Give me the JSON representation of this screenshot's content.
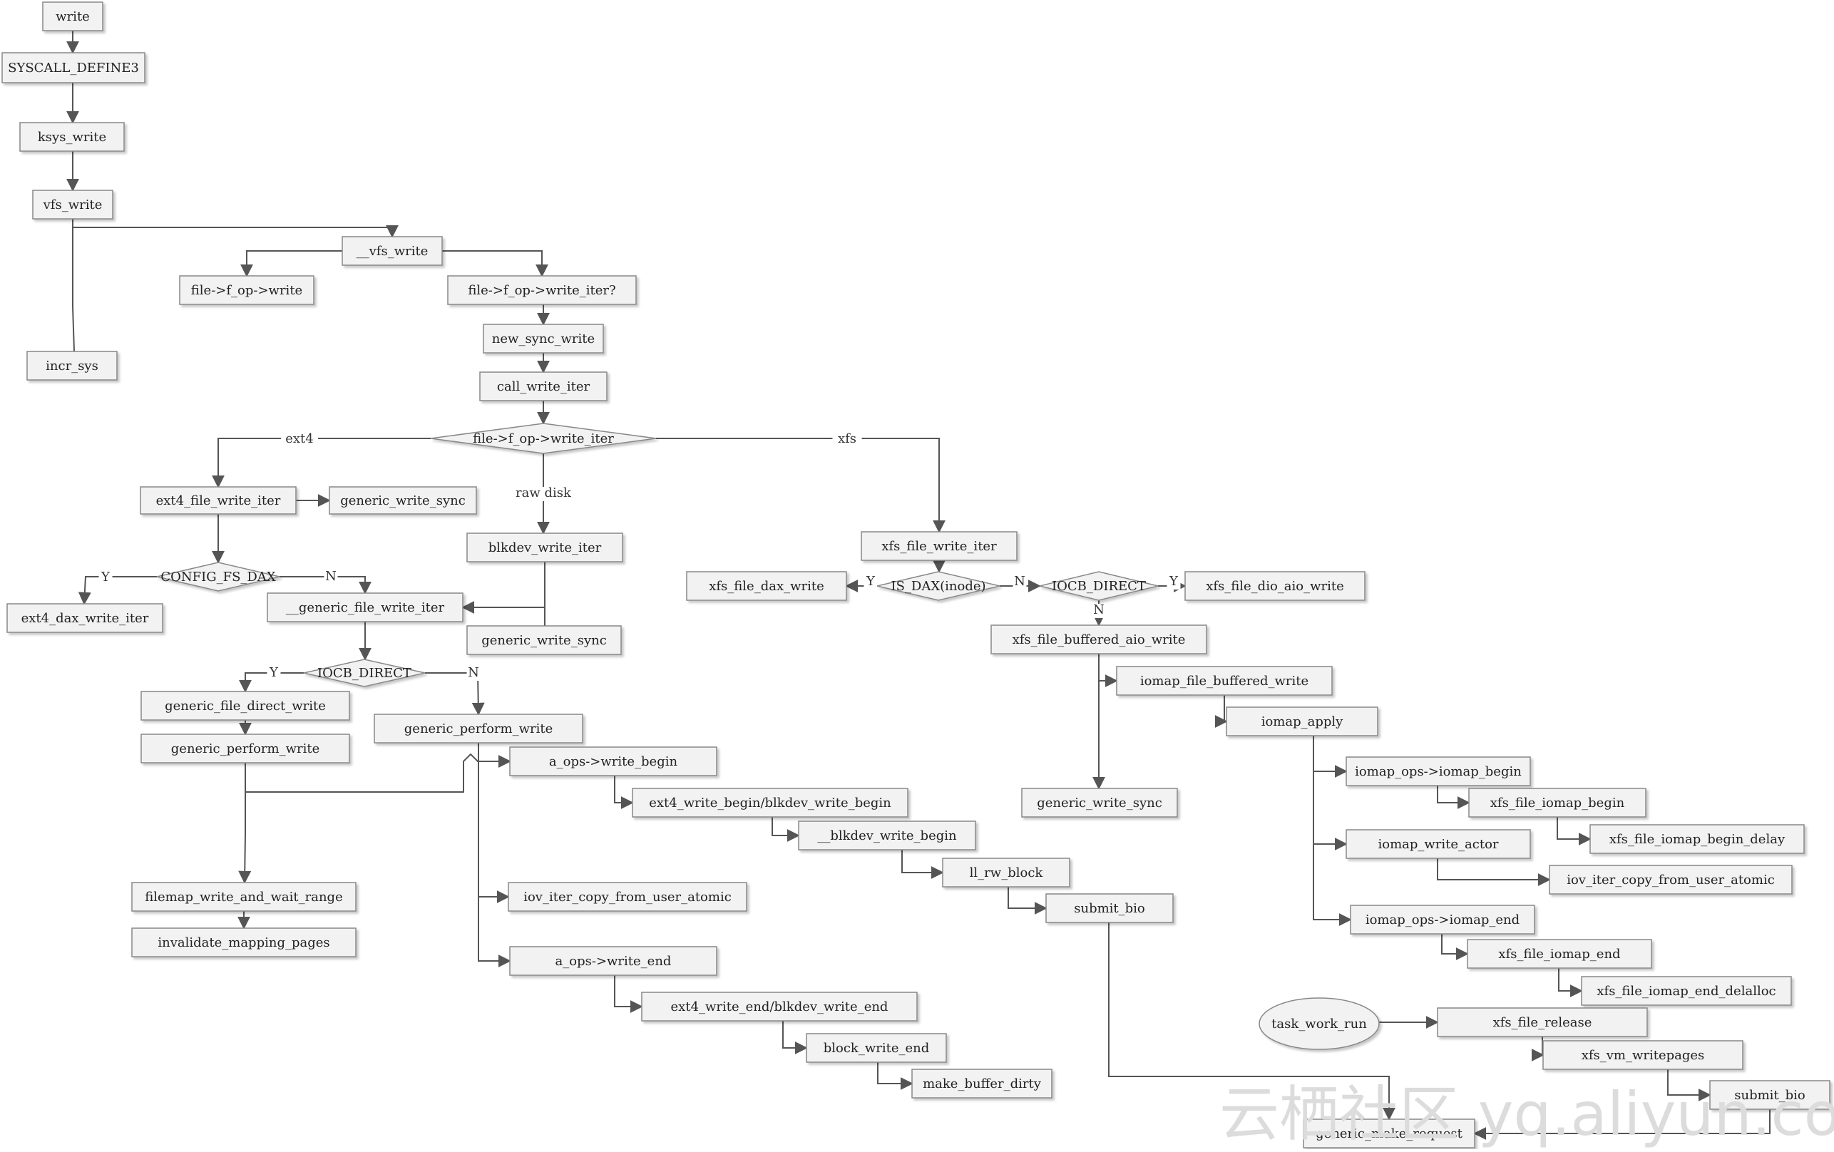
{
  "nodes": [
    {
      "id": "write",
      "label": "write",
      "shape": "rect"
    },
    {
      "id": "syscall_define3",
      "label": "SYSCALL_DEFINE3",
      "shape": "rect"
    },
    {
      "id": "ksys_write",
      "label": "ksys_write",
      "shape": "rect"
    },
    {
      "id": "vfs_write",
      "label": "vfs_write",
      "shape": "rect"
    },
    {
      "id": "vfs_write_inner",
      "label": "__vfs_write",
      "shape": "rect"
    },
    {
      "id": "f_op_write",
      "label": "file->f_op->write",
      "shape": "rect"
    },
    {
      "id": "f_op_write_iter_q",
      "label": "file->f_op->write_iter?",
      "shape": "rect"
    },
    {
      "id": "incr_sys",
      "label": "incr_sys",
      "shape": "rect"
    },
    {
      "id": "new_sync_write",
      "label": "new_sync_write",
      "shape": "rect"
    },
    {
      "id": "call_write_iter",
      "label": "call_write_iter",
      "shape": "rect"
    },
    {
      "id": "d_write_iter",
      "label": "file->f_op->write_iter",
      "shape": "diamond"
    },
    {
      "id": "ext4_file_write_iter",
      "label": "ext4_file_write_iter",
      "shape": "rect"
    },
    {
      "id": "generic_write_sync_1",
      "label": "generic_write_sync",
      "shape": "rect"
    },
    {
      "id": "blkdev_write_iter",
      "label": "blkdev_write_iter",
      "shape": "rect"
    },
    {
      "id": "d_config_fs_dax",
      "label": "CONFIG_FS_DAX",
      "shape": "diamond"
    },
    {
      "id": "ext4_dax_write_iter",
      "label": "ext4_dax_write_iter",
      "shape": "rect"
    },
    {
      "id": "generic_file_write_iter",
      "label": "__generic_file_write_iter",
      "shape": "rect"
    },
    {
      "id": "generic_write_sync_2",
      "label": "generic_write_sync",
      "shape": "rect"
    },
    {
      "id": "d_iocb_direct_1",
      "label": "IOCB_DIRECT",
      "shape": "diamond"
    },
    {
      "id": "generic_file_direct_write",
      "label": "generic_file_direct_write",
      "shape": "rect"
    },
    {
      "id": "generic_perform_write_l",
      "label": "generic_perform_write",
      "shape": "rect"
    },
    {
      "id": "generic_perform_write_r",
      "label": "generic_perform_write",
      "shape": "rect"
    },
    {
      "id": "a_ops_write_begin",
      "label": "a_ops->write_begin",
      "shape": "rect"
    },
    {
      "id": "ext4_write_begin",
      "label": "ext4_write_begin/blkdev_write_begin",
      "shape": "rect"
    },
    {
      "id": "blkdev_write_begin_inner",
      "label": "__blkdev_write_begin",
      "shape": "rect"
    },
    {
      "id": "ll_rw_block",
      "label": "ll_rw_block",
      "shape": "rect"
    },
    {
      "id": "submit_bio_1",
      "label": "submit_bio",
      "shape": "rect"
    },
    {
      "id": "filemap_write_and_wait_range",
      "label": "filemap_write_and_wait_range",
      "shape": "rect"
    },
    {
      "id": "invalidate_mapping_pages",
      "label": "invalidate_mapping_pages",
      "shape": "rect"
    },
    {
      "id": "iov_iter_copy_1",
      "label": "iov_iter_copy_from_user_atomic",
      "shape": "rect"
    },
    {
      "id": "a_ops_write_end",
      "label": "a_ops->write_end",
      "shape": "rect"
    },
    {
      "id": "ext4_write_end",
      "label": "ext4_write_end/blkdev_write_end",
      "shape": "rect"
    },
    {
      "id": "block_write_end",
      "label": "block_write_end",
      "shape": "rect"
    },
    {
      "id": "make_buffer_dirty",
      "label": "make_buffer_dirty",
      "shape": "rect"
    },
    {
      "id": "xfs_file_write_iter",
      "label": "xfs_file_write_iter",
      "shape": "rect"
    },
    {
      "id": "d_is_dax",
      "label": "IS_DAX(inode)",
      "shape": "diamond"
    },
    {
      "id": "xfs_file_dax_write",
      "label": "xfs_file_dax_write",
      "shape": "rect"
    },
    {
      "id": "d_iocb_direct_2",
      "label": "IOCB_DIRECT",
      "shape": "diamond"
    },
    {
      "id": "xfs_file_dio_aio_write",
      "label": "xfs_file_dio_aio_write",
      "shape": "rect"
    },
    {
      "id": "xfs_file_buffered_aio_write",
      "label": "xfs_file_buffered_aio_write",
      "shape": "rect"
    },
    {
      "id": "iomap_file_buffered_write",
      "label": "iomap_file_buffered_write",
      "shape": "rect"
    },
    {
      "id": "iomap_apply",
      "label": "iomap_apply",
      "shape": "rect"
    },
    {
      "id": "generic_write_sync_3",
      "label": "generic_write_sync",
      "shape": "rect"
    },
    {
      "id": "iomap_ops_iomap_begin",
      "label": "iomap_ops->iomap_begin",
      "shape": "rect"
    },
    {
      "id": "xfs_file_iomap_begin",
      "label": "xfs_file_iomap_begin",
      "shape": "rect"
    },
    {
      "id": "xfs_file_iomap_begin_delay",
      "label": "xfs_file_iomap_begin_delay",
      "shape": "rect"
    },
    {
      "id": "iomap_write_actor",
      "label": "iomap_write_actor",
      "shape": "rect"
    },
    {
      "id": "iov_iter_copy_2",
      "label": "iov_iter_copy_from_user_atomic",
      "shape": "rect"
    },
    {
      "id": "iomap_ops_iomap_end",
      "label": "iomap_ops->iomap_end",
      "shape": "rect"
    },
    {
      "id": "xfs_file_iomap_end",
      "label": "xfs_file_iomap_end",
      "shape": "rect"
    },
    {
      "id": "xfs_file_iomap_end_delalloc",
      "label": "xfs_file_iomap_end_delalloc",
      "shape": "rect"
    },
    {
      "id": "task_work_run",
      "label": "task_work_run",
      "shape": "ellipse"
    },
    {
      "id": "xfs_file_release",
      "label": "xfs_file_release",
      "shape": "rect"
    },
    {
      "id": "xfs_vm_writepages",
      "label": "xfs_vm_writepages",
      "shape": "rect"
    },
    {
      "id": "submit_bio_2",
      "label": "submit_bio",
      "shape": "rect"
    },
    {
      "id": "generic_make_request",
      "label": "generic_make_request",
      "shape": "rect"
    }
  ],
  "edges": [
    {
      "from": "write",
      "to": "syscall_define3",
      "label": ""
    },
    {
      "from": "syscall_define3",
      "to": "ksys_write",
      "label": ""
    },
    {
      "from": "ksys_write",
      "to": "vfs_write",
      "label": ""
    },
    {
      "from": "vfs_write",
      "to": "vfs_write_inner",
      "label": ""
    },
    {
      "from": "vfs_write",
      "to": "incr_sys",
      "label": ""
    },
    {
      "from": "vfs_write_inner",
      "to": "f_op_write",
      "label": ""
    },
    {
      "from": "vfs_write_inner",
      "to": "f_op_write_iter_q",
      "label": ""
    },
    {
      "from": "f_op_write_iter_q",
      "to": "new_sync_write",
      "label": ""
    },
    {
      "from": "new_sync_write",
      "to": "call_write_iter",
      "label": ""
    },
    {
      "from": "call_write_iter",
      "to": "d_write_iter",
      "label": ""
    },
    {
      "from": "d_write_iter",
      "to": "ext4_file_write_iter",
      "label": "ext4"
    },
    {
      "from": "d_write_iter",
      "to": "blkdev_write_iter",
      "label": "raw disk"
    },
    {
      "from": "d_write_iter",
      "to": "xfs_file_write_iter",
      "label": "xfs"
    },
    {
      "from": "ext4_file_write_iter",
      "to": "generic_write_sync_1",
      "label": ""
    },
    {
      "from": "ext4_file_write_iter",
      "to": "d_config_fs_dax",
      "label": ""
    },
    {
      "from": "d_config_fs_dax",
      "to": "ext4_dax_write_iter",
      "label": "Y"
    },
    {
      "from": "d_config_fs_dax",
      "to": "generic_file_write_iter",
      "label": "N"
    },
    {
      "from": "blkdev_write_iter",
      "to": "generic_file_write_iter",
      "label": ""
    },
    {
      "from": "blkdev_write_iter",
      "to": "generic_write_sync_2",
      "label": ""
    },
    {
      "from": "generic_file_write_iter",
      "to": "d_iocb_direct_1",
      "label": ""
    },
    {
      "from": "d_iocb_direct_1",
      "to": "generic_file_direct_write",
      "label": "Y"
    },
    {
      "from": "d_iocb_direct_1",
      "to": "generic_perform_write_r",
      "label": "N"
    },
    {
      "from": "generic_file_direct_write",
      "to": "generic_perform_write_l",
      "label": ""
    },
    {
      "from": "generic_perform_write_l",
      "to": "a_ops_write_begin",
      "label": ""
    },
    {
      "from": "generic_perform_write_l",
      "to": "filemap_write_and_wait_range",
      "label": ""
    },
    {
      "from": "filemap_write_and_wait_range",
      "to": "invalidate_mapping_pages",
      "label": ""
    },
    {
      "from": "generic_perform_write_r",
      "to": "a_ops_write_begin",
      "label": ""
    },
    {
      "from": "generic_perform_write_r",
      "to": "iov_iter_copy_1",
      "label": ""
    },
    {
      "from": "generic_perform_write_r",
      "to": "a_ops_write_end",
      "label": ""
    },
    {
      "from": "a_ops_write_begin",
      "to": "ext4_write_begin",
      "label": ""
    },
    {
      "from": "ext4_write_begin",
      "to": "blkdev_write_begin_inner",
      "label": ""
    },
    {
      "from": "blkdev_write_begin_inner",
      "to": "ll_rw_block",
      "label": ""
    },
    {
      "from": "ll_rw_block",
      "to": "submit_bio_1",
      "label": ""
    },
    {
      "from": "submit_bio_1",
      "to": "generic_make_request",
      "label": ""
    },
    {
      "from": "a_ops_write_end",
      "to": "ext4_write_end",
      "label": ""
    },
    {
      "from": "ext4_write_end",
      "to": "block_write_end",
      "label": ""
    },
    {
      "from": "block_write_end",
      "to": "make_buffer_dirty",
      "label": ""
    },
    {
      "from": "xfs_file_write_iter",
      "to": "d_is_dax",
      "label": ""
    },
    {
      "from": "d_is_dax",
      "to": "xfs_file_dax_write",
      "label": "Y"
    },
    {
      "from": "d_is_dax",
      "to": "d_iocb_direct_2",
      "label": "N"
    },
    {
      "from": "d_iocb_direct_2",
      "to": "xfs_file_dio_aio_write",
      "label": "Y"
    },
    {
      "from": "d_iocb_direct_2",
      "to": "xfs_file_buffered_aio_write",
      "label": "N"
    },
    {
      "from": "xfs_file_buffered_aio_write",
      "to": "iomap_file_buffered_write",
      "label": ""
    },
    {
      "from": "xfs_file_buffered_aio_write",
      "to": "generic_write_sync_3",
      "label": ""
    },
    {
      "from": "iomap_file_buffered_write",
      "to": "iomap_apply",
      "label": ""
    },
    {
      "from": "iomap_apply",
      "to": "iomap_ops_iomap_begin",
      "label": ""
    },
    {
      "from": "iomap_apply",
      "to": "iomap_write_actor",
      "label": ""
    },
    {
      "from": "iomap_apply",
      "to": "iomap_ops_iomap_end",
      "label": ""
    },
    {
      "from": "iomap_ops_iomap_begin",
      "to": "xfs_file_iomap_begin",
      "label": ""
    },
    {
      "from": "xfs_file_iomap_begin",
      "to": "xfs_file_iomap_begin_delay",
      "label": ""
    },
    {
      "from": "iomap_write_actor",
      "to": "iov_iter_copy_2",
      "label": ""
    },
    {
      "from": "iomap_ops_iomap_end",
      "to": "xfs_file_iomap_end",
      "label": ""
    },
    {
      "from": "xfs_file_iomap_end",
      "to": "xfs_file_iomap_end_delalloc",
      "label": ""
    },
    {
      "from": "task_work_run",
      "to": "xfs_file_release",
      "label": ""
    },
    {
      "from": "xfs_file_release",
      "to": "xfs_vm_writepages",
      "label": ""
    },
    {
      "from": "xfs_vm_writepages",
      "to": "submit_bio_2",
      "label": ""
    },
    {
      "from": "submit_bio_2",
      "to": "generic_make_request",
      "label": ""
    }
  ],
  "watermark": "云栖社区 yq.aliyun.com",
  "colors": {
    "box_fill": "#f2f2f2",
    "box_stroke": "#888888",
    "line": "#555555",
    "text": "#222222",
    "watermark": "#dcdcdc"
  }
}
